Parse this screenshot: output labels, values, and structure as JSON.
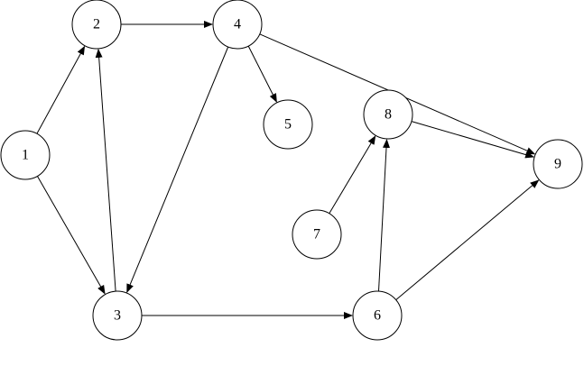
{
  "nodes": [
    {
      "id": "1",
      "label": "1"
    },
    {
      "id": "2",
      "label": "2"
    },
    {
      "id": "3",
      "label": "3"
    },
    {
      "id": "4",
      "label": "4"
    },
    {
      "id": "5",
      "label": "5"
    },
    {
      "id": "6",
      "label": "6"
    },
    {
      "id": "7",
      "label": "7"
    },
    {
      "id": "8",
      "label": "8"
    },
    {
      "id": "9",
      "label": "9"
    }
  ],
  "edges": [
    {
      "from": "1",
      "to": "2"
    },
    {
      "from": "1",
      "to": "3"
    },
    {
      "from": "3",
      "to": "2"
    },
    {
      "from": "2",
      "to": "4"
    },
    {
      "from": "4",
      "to": "3"
    },
    {
      "from": "4",
      "to": "5"
    },
    {
      "from": "4",
      "to": "9"
    },
    {
      "from": "3",
      "to": "6"
    },
    {
      "from": "6",
      "to": "8"
    },
    {
      "from": "6",
      "to": "9"
    },
    {
      "from": "7",
      "to": "8"
    },
    {
      "from": "8",
      "to": "9"
    }
  ],
  "colors": {
    "stroke": "#000000",
    "background": "#ffffff"
  }
}
